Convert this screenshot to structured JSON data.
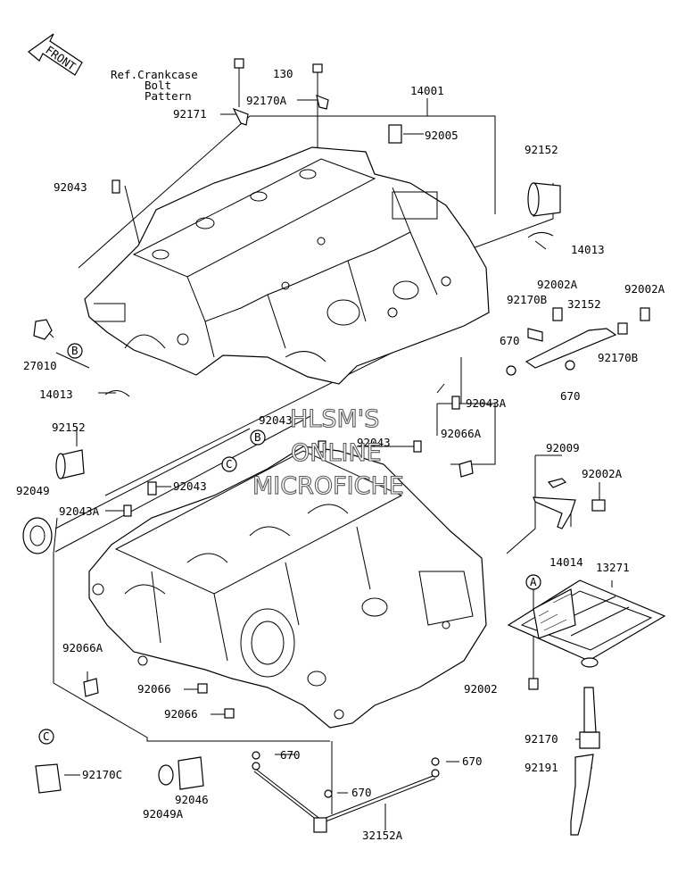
{
  "front_arrow": "FRONT",
  "ref_note": [
    "Ref.Crankcase",
    "Bolt",
    "Pattern"
  ],
  "watermark": [
    "HLSM'S",
    "ONLINE",
    "MICROFICHE"
  ],
  "markers": {
    "a": "A",
    "b": "B",
    "c": "C"
  },
  "labels": {
    "p130": "130",
    "p14001": "14001",
    "p92170a": "92170A",
    "p92171": "92171",
    "p92005": "92005",
    "p92152_top": "92152",
    "p92043_left": "92043",
    "p14013_right": "14013",
    "p92002a_1": "92002A",
    "p92002a_2": "92002A",
    "p92170b_1": "92170B",
    "p32152": "32152",
    "p670_1": "670",
    "p92170b_2": "92170B",
    "p670_2": "670",
    "p27010": "27010",
    "p14013_left": "14013",
    "p92043a_right": "92043A",
    "p92152_left": "92152",
    "p92043_mid": "92043",
    "p92043_mid2": "92043",
    "p92066a_top": "92066A",
    "p92049": "92049",
    "p92043_low": "92043",
    "p92043a_low": "92043A",
    "p92009": "92009",
    "p92002a_3": "92002A",
    "p14014": "14014",
    "p13271": "13271",
    "p92066a_left": "92066A",
    "p92066_1": "92066",
    "p92066_2": "92066",
    "p92002": "92002",
    "p670_3": "670",
    "p670_4": "670",
    "p670_5": "670",
    "p92170": "92170",
    "p92170c": "92170C",
    "p92046": "92046",
    "p92049a": "92049A",
    "p92191": "92191",
    "p32152a": "32152A"
  }
}
